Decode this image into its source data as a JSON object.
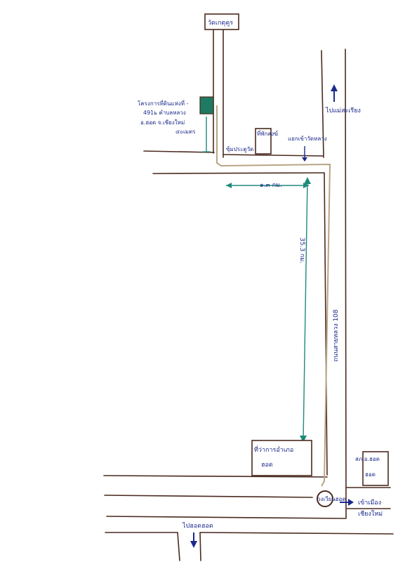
{
  "colors": {
    "paper": "#ffffff",
    "road_line": "#4a2a20",
    "route": "#b8a584",
    "dimension": "#1e8a7a",
    "ink_blue": "#1b2a8a",
    "building_fill": "#1f7a63"
  },
  "labels": {
    "top_box": "วัดเกตุคูร",
    "site_note_line1": "โครงการที่ดินแห่งที่ -",
    "site_note_line2": "491ь ตำบลหลวง",
    "site_note_line3": "อ.ฮอด จ.เชียงใหม่",
    "dim_vertical_small": "๔๐เมตร",
    "gate_label": "ซุ้มประตูวัด",
    "house_label": "ที่พักสงฆ์",
    "junction_label": "แยกเข้าวัดหลวง",
    "direction_north": "ไปแม่สะเรียง",
    "horizontal_dim": "๑.๓ กม.",
    "vertical_dim": "35.3 กม.",
    "main_road": "ถนนสายหลวง 108",
    "district_office_line1": "ที่ว่าการอำเภอ",
    "district_office_line2": "ฮอด",
    "police_line1": "สภ.อ.ฮอด",
    "police_line2": "ฮอด",
    "circle_label": "วงเวียนฮอด",
    "direction_cm_line1": "เข้าเมือง",
    "direction_cm_line2": "เชียงใหม่",
    "direction_south": "ไปฮอดฮอด"
  }
}
